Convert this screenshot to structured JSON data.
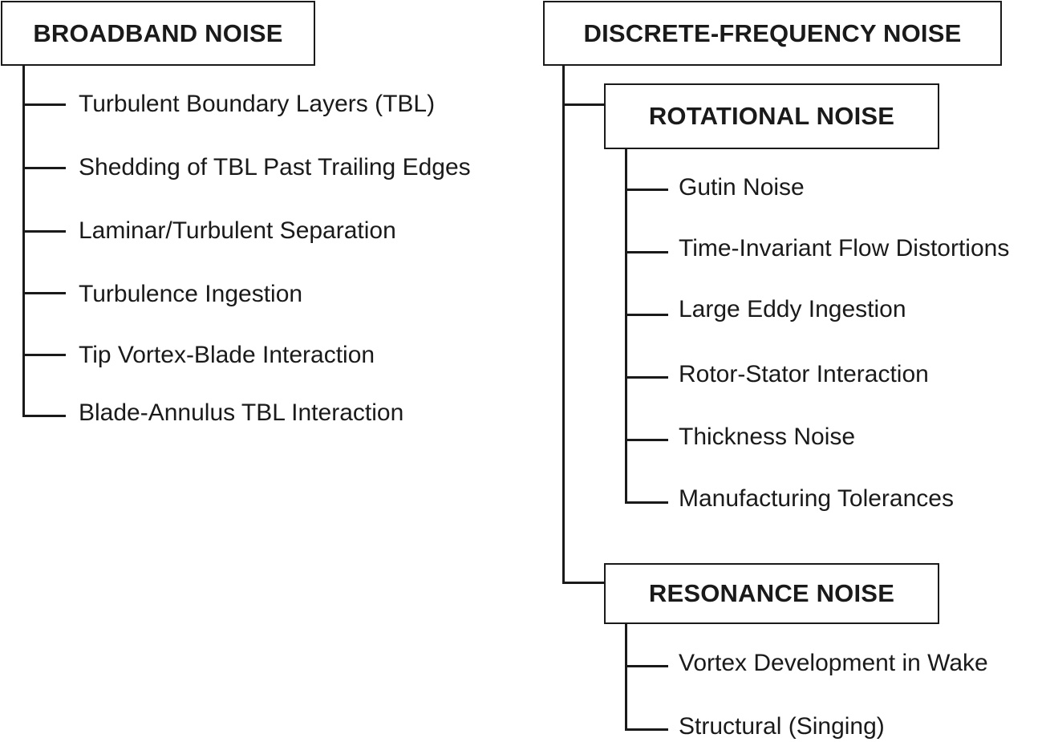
{
  "broadband": {
    "title": "BROADBAND NOISE",
    "items": [
      "Turbulent Boundary Layers (TBL)",
      "Shedding of TBL Past Trailing Edges",
      "Laminar/Turbulent Separation",
      "Turbulence Ingestion",
      "Tip Vortex-Blade Interaction",
      "Blade-Annulus TBL Interaction"
    ]
  },
  "discrete": {
    "title": "DISCRETE-FREQUENCY NOISE",
    "rotational": {
      "title": "ROTATIONAL NOISE",
      "items": [
        "Gutin Noise",
        "Time-Invariant Flow Distortions",
        "Large Eddy Ingestion",
        "Rotor-Stator Interaction",
        "Thickness Noise",
        "Manufacturing Tolerances"
      ]
    },
    "resonance": {
      "title": "RESONANCE NOISE",
      "items": [
        "Vortex Development in Wake",
        "Structural (Singing)"
      ]
    }
  }
}
